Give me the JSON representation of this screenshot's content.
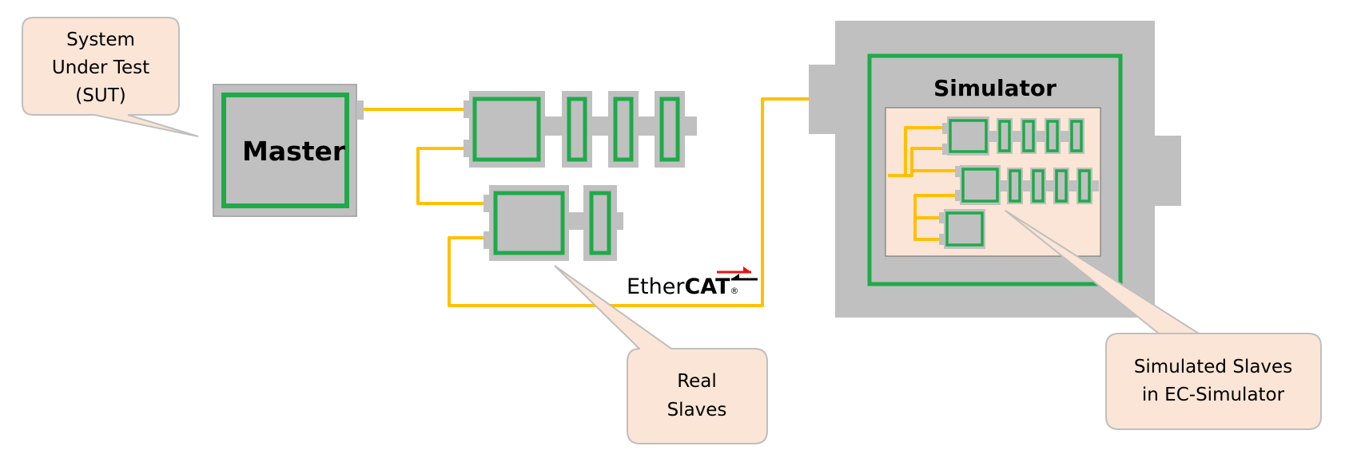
{
  "colors": {
    "device_gray": "#c0c0c0",
    "device_border": "#a8a8a8",
    "module_green": "#1faa4a",
    "wire_yellow": "#ffc000",
    "callout_fill": "#fbe5d6",
    "callout_stroke": "#bfbfbf",
    "ethercat_arrow_red": "#e8140f"
  },
  "callouts": {
    "sut": {
      "lines": [
        "System",
        "Under Test",
        "(SUT)"
      ]
    },
    "real": {
      "lines": [
        "Real",
        "Slaves"
      ]
    },
    "simulated": {
      "lines": [
        "Simulated Slaves",
        "in EC-Simulator"
      ]
    }
  },
  "master": {
    "label": "Master"
  },
  "simulator": {
    "label": "Simulator"
  },
  "ethercat_logo": {
    "prefix": "Ether",
    "suffix": "CAT",
    "mark": "®"
  },
  "icons": {
    "ethercat_arrows": "ethercat-arrows-icon"
  }
}
